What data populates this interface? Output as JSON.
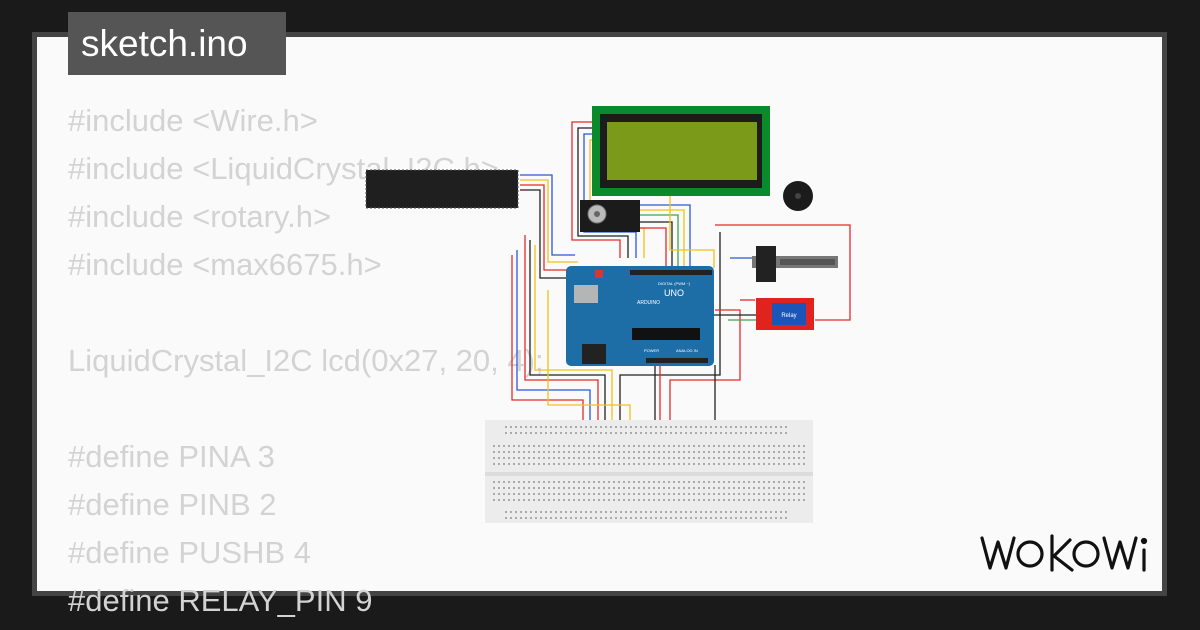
{
  "tab": {
    "filename": "sketch.ino"
  },
  "code_lines": [
    "#include <Wire.h>",
    "#include <LiquidCrystal_I2C.h>",
    "#include <rotary.h>",
    "#include <max6675.h>",
    "",
    "LiquidCrystal_I2C lcd(0x27, 20, 4);",
    "",
    "#define PINA 3",
    "#define PINB 2",
    "#define PUSHB 4",
    "#define RELAY_PIN 9"
  ],
  "board": {
    "brand": "ARDUINO",
    "model": "UNO",
    "header_label": "DIGITAL (PWM ~)",
    "analog_label": "ANALOG IN",
    "power_label": "POWER"
  },
  "relay": {
    "label": "Relay"
  },
  "logo": {
    "text": "WOKWI"
  },
  "colors": {
    "background": "#1a1a1a",
    "frame": "#444444",
    "panel": "#fafafa",
    "tab": "#555555",
    "code_text": "#d3d3d3",
    "lcd_green": "#0a8a2a",
    "lcd_screen": "#7c9a1a",
    "arduino_blue": "#1d6ea7",
    "relay_red": "#e0231e",
    "breadboard": "#ececec"
  }
}
